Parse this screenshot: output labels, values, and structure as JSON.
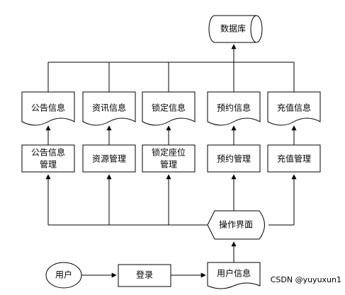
{
  "nodes": {
    "database": "数据库",
    "doc_announcement": "公告信息",
    "doc_news": "资讯信息",
    "doc_locked_seat": "锁定信息",
    "doc_reservation": "预约信息",
    "doc_recharge": "充值信息",
    "proc_announcement_line1": "公告信息",
    "proc_announcement_line2": "管理",
    "proc_resource": "资源管理",
    "proc_lock_line1": "锁定座位",
    "proc_lock_line2": "管理",
    "proc_reservation": "预约管理",
    "proc_recharge": "充值管理",
    "interface": "操作界面",
    "user": "用户",
    "login": "登录",
    "user_info": "用户信息"
  },
  "watermark": "CSDN @yuyuxun1"
}
